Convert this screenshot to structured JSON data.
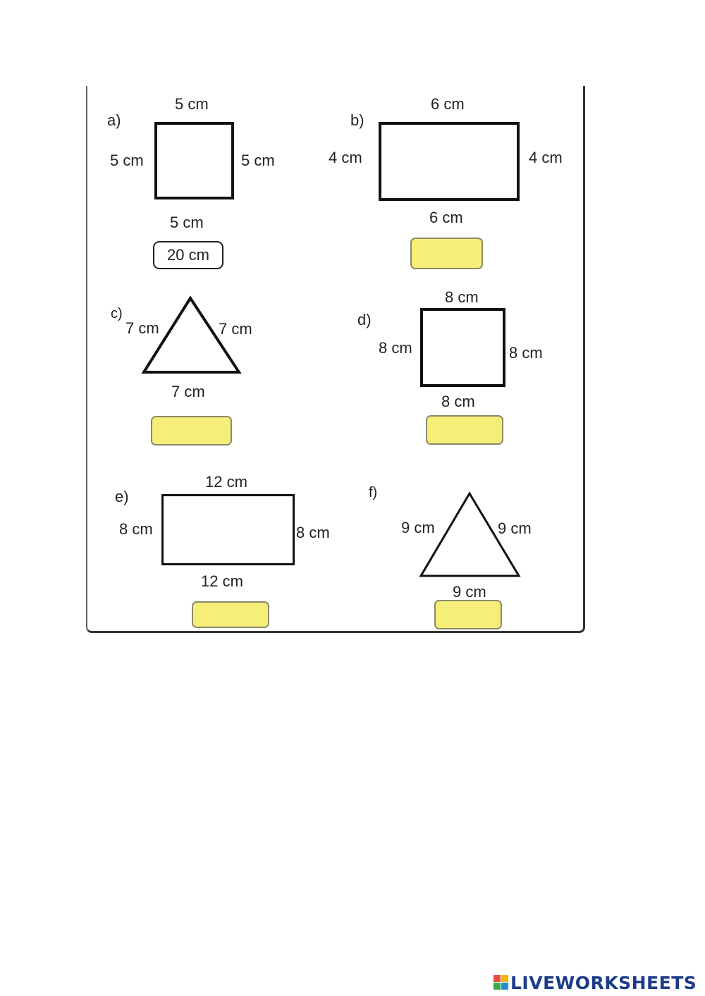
{
  "problems": {
    "a": {
      "label": "a)",
      "top": "5 cm",
      "left": "5 cm",
      "right": "5 cm",
      "bottom": "5 cm",
      "answer": "20 cm"
    },
    "b": {
      "label": "b)",
      "top": "6 cm",
      "left": "4 cm",
      "right": "4 cm",
      "bottom": "6 cm",
      "answer": ""
    },
    "c": {
      "label": "c)",
      "left": "7 cm",
      "right": "7 cm",
      "bottom": "7 cm",
      "answer": ""
    },
    "d": {
      "label": "d)",
      "top": "8 cm",
      "left": "8 cm",
      "right": "8 cm",
      "bottom": "8 cm",
      "answer": ""
    },
    "e": {
      "label": "e)",
      "top": "12 cm",
      "left": "8 cm",
      "right": "8 cm",
      "bottom": "12 cm",
      "answer": ""
    },
    "f": {
      "label": "f)",
      "left": "9 cm",
      "right": "9 cm",
      "bottom": "9 cm",
      "answer": ""
    }
  },
  "footer": {
    "logo_text": "LIVEWORKSHEETS",
    "logo_icon": "liveworksheets-logo-icon"
  },
  "colors": {
    "answer_box": "#f5ef7a",
    "logo": "#1d3c8a"
  }
}
